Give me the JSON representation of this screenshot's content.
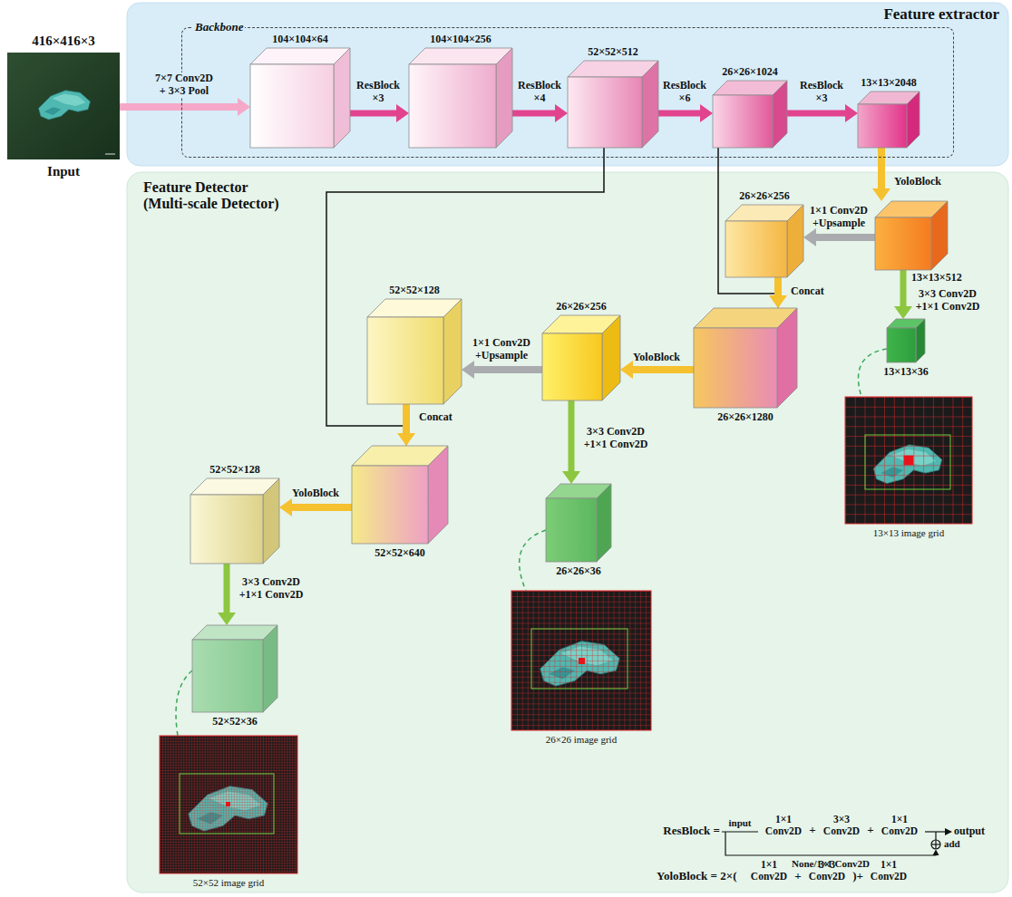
{
  "diagram": {
    "nodes": [
      {
        "text": [
          "416×416×3",
          "Input"
        ]
      },
      {
        "text": [
          "Feature extractor"
        ]
      },
      {
        "text": [
          "Backbone"
        ],
        "in": 1
      },
      {
        "text": [
          "104×104×64"
        ],
        "in": 2
      },
      {
        "text": [
          "104×104×256"
        ],
        "in": 2
      },
      {
        "text": [
          "52×52×512"
        ],
        "in": 2
      },
      {
        "text": [
          "26×26×1024"
        ],
        "in": 2
      },
      {
        "text": [
          "13×13×2048"
        ],
        "in": 2
      },
      {
        "text": [
          "Feature Detector (Multi-scale Detector)"
        ]
      },
      {
        "text": [
          "13×13×512"
        ],
        "in": 8
      },
      {
        "text": [
          "26×26×256"
        ],
        "in": 8
      },
      {
        "text": [
          "26×26×1280"
        ],
        "in": 8
      },
      {
        "text": [
          "13×13×36"
        ],
        "in": 8
      },
      {
        "text": [
          "13×13 image grid"
        ],
        "in": 8
      },
      {
        "text": [
          "26×26×256"
        ],
        "in": 8
      },
      {
        "text": [
          "52×52×128"
        ],
        "in": 8
      },
      {
        "text": [
          "52×52×640"
        ],
        "in": 8
      },
      {
        "text": [
          "26×26×36"
        ],
        "in": 8
      },
      {
        "text": [
          "26×26 image grid"
        ],
        "in": 8
      },
      {
        "text": [
          "52×52×128"
        ],
        "in": 8
      },
      {
        "text": [
          "52×52×36"
        ],
        "in": 8
      },
      {
        "text": [
          "52×52 image grid"
        ],
        "in": 8
      }
    ],
    "edges": [
      {
        "from": 0,
        "to": 3,
        "label": "7×7 Conv2D + 3×3 Pool",
        "arrow": "to"
      },
      {
        "from": 3,
        "to": 4,
        "label": "ResBlock ×3",
        "arrow": "to"
      },
      {
        "from": 4,
        "to": 5,
        "label": "ResBlock ×4",
        "arrow": "to"
      },
      {
        "from": 5,
        "to": 6,
        "label": "ResBlock ×6",
        "arrow": "to"
      },
      {
        "from": 6,
        "to": 7,
        "label": "ResBlock ×3",
        "arrow": "to"
      },
      {
        "from": 7,
        "to": 9,
        "label": "YoloBlock",
        "arrow": "to"
      },
      {
        "from": 9,
        "to": 10,
        "label": "1×1 Conv2D +Upsample",
        "arrow": "to"
      },
      {
        "from": 10,
        "to": 11,
        "label": "Concat",
        "arrow": "to"
      },
      {
        "from": 6,
        "to": 11,
        "arrow": "to"
      },
      {
        "from": 9,
        "to": 12,
        "label": "3×3 Conv2D +1×1 Conv2D",
        "arrow": "to"
      },
      {
        "from": 12,
        "to": 13,
        "arrow": "none"
      },
      {
        "from": 11,
        "to": 14,
        "label": "YoloBlock",
        "arrow": "to"
      },
      {
        "from": 14,
        "to": 15,
        "label": "1×1 Conv2D +Upsample",
        "arrow": "to"
      },
      {
        "from": 15,
        "to": 16,
        "label": "Concat",
        "arrow": "to"
      },
      {
        "from": 5,
        "to": 16,
        "arrow": "to"
      },
      {
        "from": 14,
        "to": 17,
        "label": "3×3 Conv2D +1×1 Conv2D",
        "arrow": "to"
      },
      {
        "from": 17,
        "to": 18,
        "arrow": "none"
      },
      {
        "from": 16,
        "to": 19,
        "label": "YoloBlock",
        "arrow": "to"
      },
      {
        "from": 19,
        "to": 20,
        "label": "3×3 Conv2D +1×1 Conv2D",
        "arrow": "to"
      },
      {
        "from": 20,
        "to": 21,
        "arrow": "none"
      }
    ],
    "labels": [
      "ResBlock =",
      "input",
      "1×1 Conv2D",
      "+",
      "3×3 Conv2D",
      "+",
      "1×1 Conv2D",
      "output",
      "add",
      "None/1×1 Conv2D",
      "YoloBlock = 2×(",
      "1×1 Conv2D",
      "+",
      "3×3 Conv2D",
      ")+",
      "1×1 Conv2D"
    ]
  }
}
